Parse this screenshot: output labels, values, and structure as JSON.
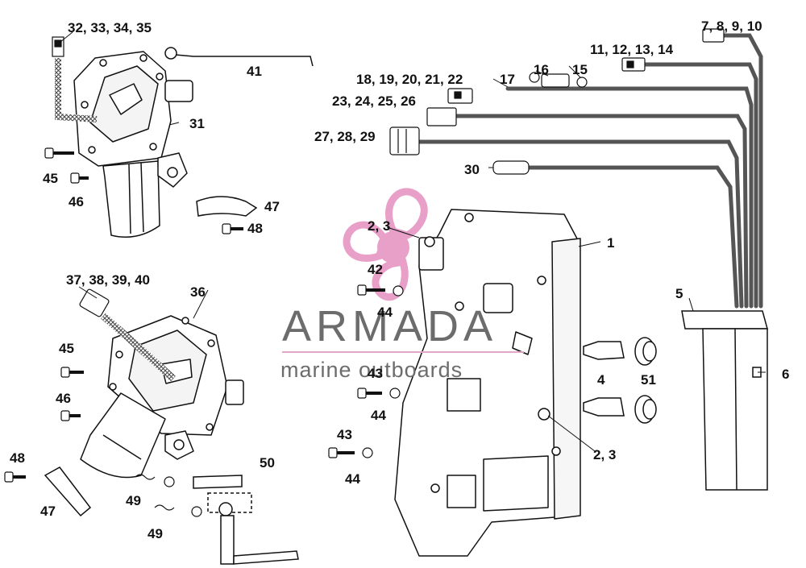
{
  "watermark": {
    "title": "ARMADA",
    "subtitle": "marine outboards",
    "logo_color": "#e48fbf"
  },
  "callouts": {
    "c1": "1",
    "c2_3_top": "2, 3",
    "c2_3_bottom": "2, 3",
    "c4": "4",
    "c5": "5",
    "c6": "6",
    "c7_10": "7, 8, 9, 10",
    "c11_14": "11, 12, 13, 14",
    "c15": "15",
    "c16": "16",
    "c17": "17",
    "c18_22": "18, 19, 20, 21, 22",
    "c23_26": "23, 24, 25, 26",
    "c27_29": "27, 28, 29",
    "c30": "30",
    "c31": "31",
    "c32_35": "32, 33, 34, 35",
    "c36": "36",
    "c37_40": "37, 38, 39, 40",
    "c41": "41",
    "c42": "42",
    "c43_a": "43",
    "c43_b": "43",
    "c44_a": "44",
    "c44_b": "44",
    "c44_c": "44",
    "c45_a": "45",
    "c45_b": "45",
    "c46_a": "46",
    "c46_b": "46",
    "c47_a": "47",
    "c47_b": "47",
    "c48_a": "48",
    "c48_b": "48",
    "c49_a": "49",
    "c49_b": "49",
    "c50": "50",
    "c51": "51"
  }
}
